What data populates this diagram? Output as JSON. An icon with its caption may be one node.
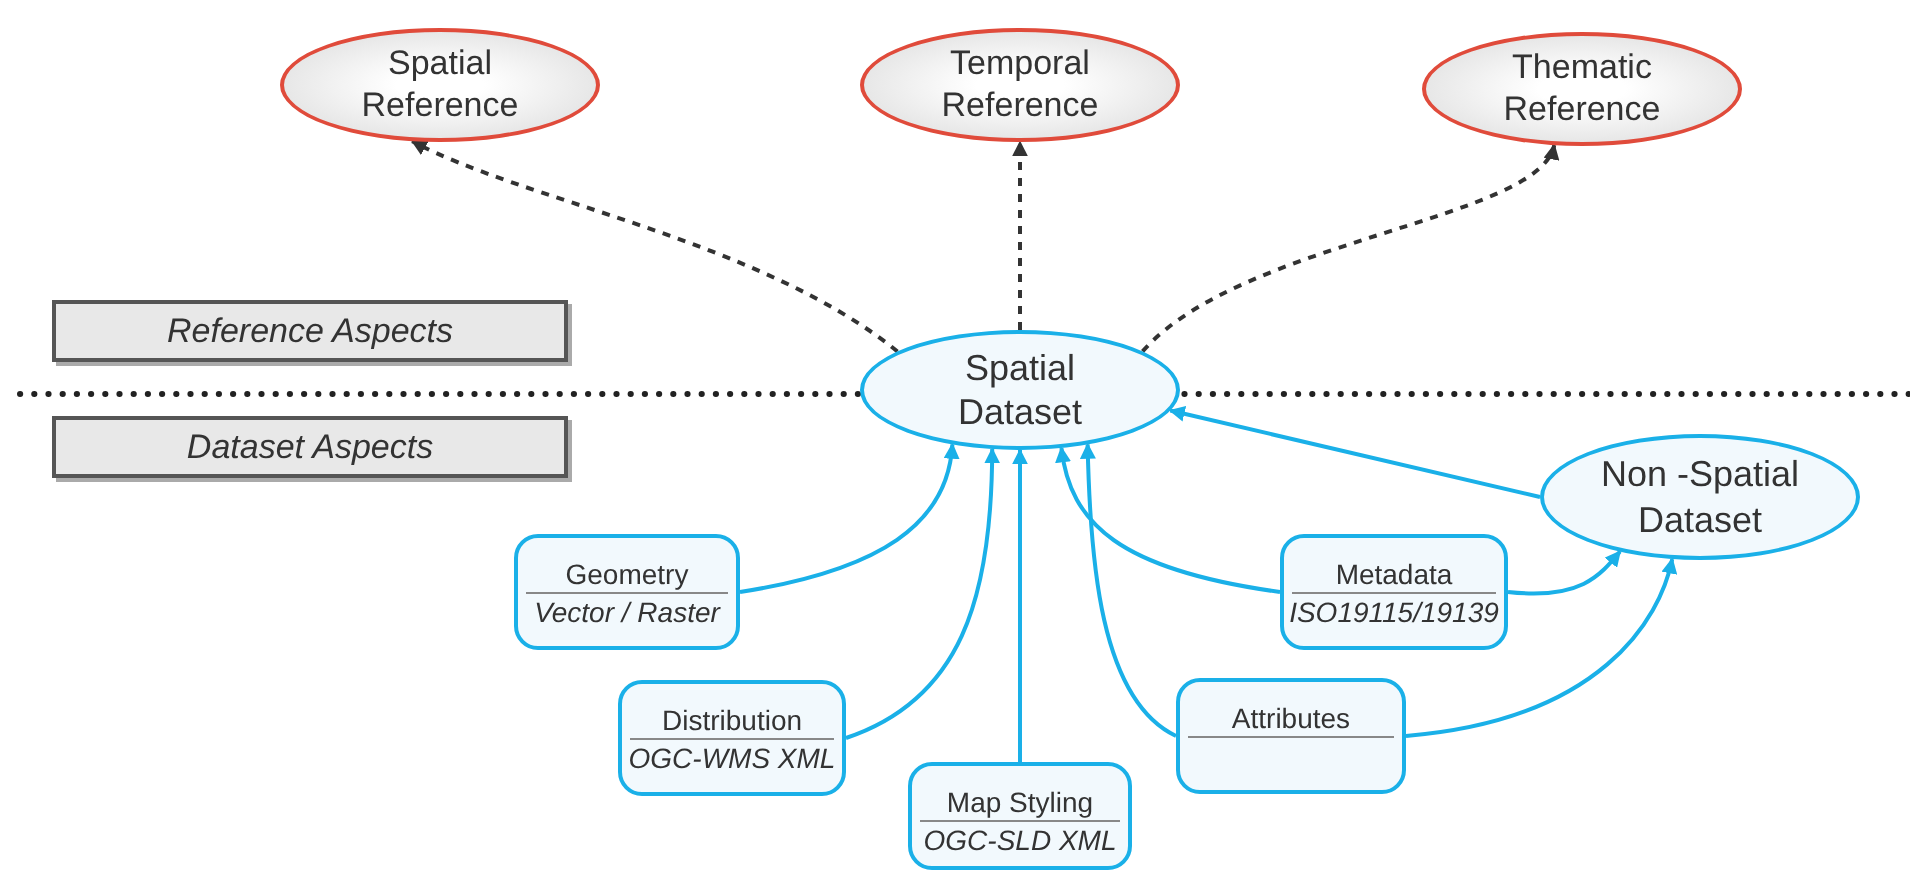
{
  "diagram": {
    "nodes": [
      {
        "text": [
          "Spatial Reference"
        ]
      },
      {
        "text": [
          "Temporal Reference"
        ]
      },
      {
        "text": [
          "Thematic Reference"
        ]
      },
      {
        "text": [
          "Reference Aspects"
        ]
      },
      {
        "text": [
          "Dataset Aspects"
        ]
      },
      {
        "text": [
          "Spatial Dataset"
        ]
      },
      {
        "text": [
          "Non -Spatial Dataset"
        ]
      },
      {
        "text": [
          "Geometry",
          "Vector / Raster"
        ]
      },
      {
        "text": [
          "Distribution",
          "OGC-WMS XML"
        ]
      },
      {
        "text": [
          "Map Styling",
          "OGC-SLD XML"
        ]
      },
      {
        "text": [
          "Metadata",
          "ISO19115/19139"
        ]
      },
      {
        "text": [
          "Attributes"
        ]
      }
    ],
    "edges": [
      {
        "from": 5,
        "to": 0,
        "arrow": "to",
        "style": "dashed",
        "color": "#333333"
      },
      {
        "from": 5,
        "to": 1,
        "arrow": "to",
        "style": "dashed",
        "color": "#333333"
      },
      {
        "from": 5,
        "to": 2,
        "arrow": "to",
        "style": "dashed",
        "color": "#333333"
      },
      {
        "from": 7,
        "to": 5,
        "arrow": "to"
      },
      {
        "from": 8,
        "to": 5,
        "arrow": "to"
      },
      {
        "from": 9,
        "to": 5,
        "arrow": "to"
      },
      {
        "from": 10,
        "to": 5,
        "arrow": "to"
      },
      {
        "from": 11,
        "to": 5,
        "arrow": "to"
      },
      {
        "from": 6,
        "to": 5,
        "arrow": "to"
      },
      {
        "from": 10,
        "to": 6,
        "arrow": "to"
      },
      {
        "from": 11,
        "to": 6,
        "arrow": "to"
      }
    ]
  }
}
